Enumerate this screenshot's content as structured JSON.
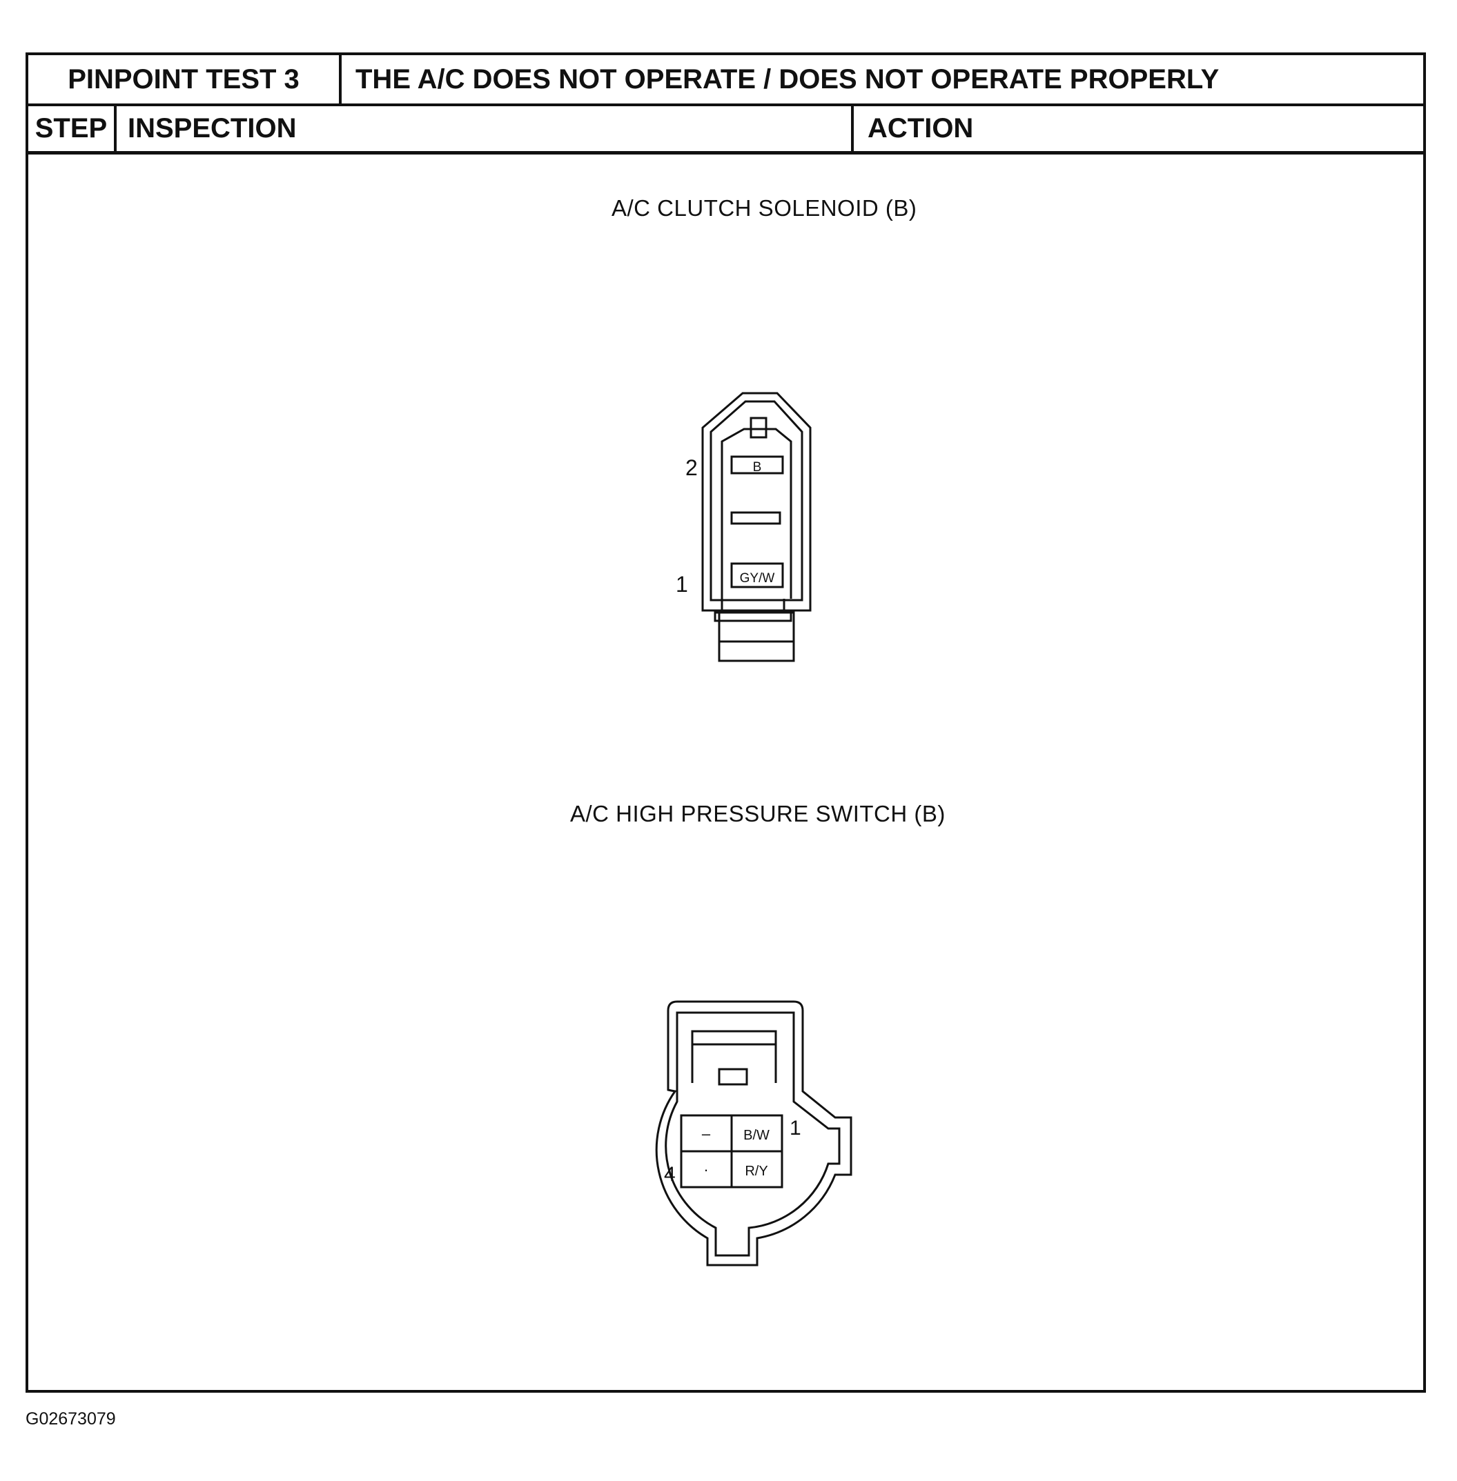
{
  "header": {
    "test_id": "PINPOINT TEST 3",
    "test_title": "THE A/C DOES NOT OPERATE / DOES NOT OPERATE PROPERLY"
  },
  "columns": {
    "step": "STEP",
    "inspection": "INSPECTION",
    "action": "ACTION"
  },
  "connectors": [
    {
      "title": "A/C CLUTCH SOLENOID (B)",
      "pins": [
        {
          "number": "2",
          "wire": "B"
        },
        {
          "number": "1",
          "wire": "GY/W"
        }
      ]
    },
    {
      "title": "A/C HIGH PRESSURE SWITCH (B)",
      "pin_numbers": [
        "1",
        "4"
      ],
      "cavities": [
        {
          "label": "–"
        },
        {
          "label": "B/W"
        },
        {
          "label": "·"
        },
        {
          "label": "R/Y"
        }
      ]
    }
  ],
  "figure_id": "G02673079"
}
